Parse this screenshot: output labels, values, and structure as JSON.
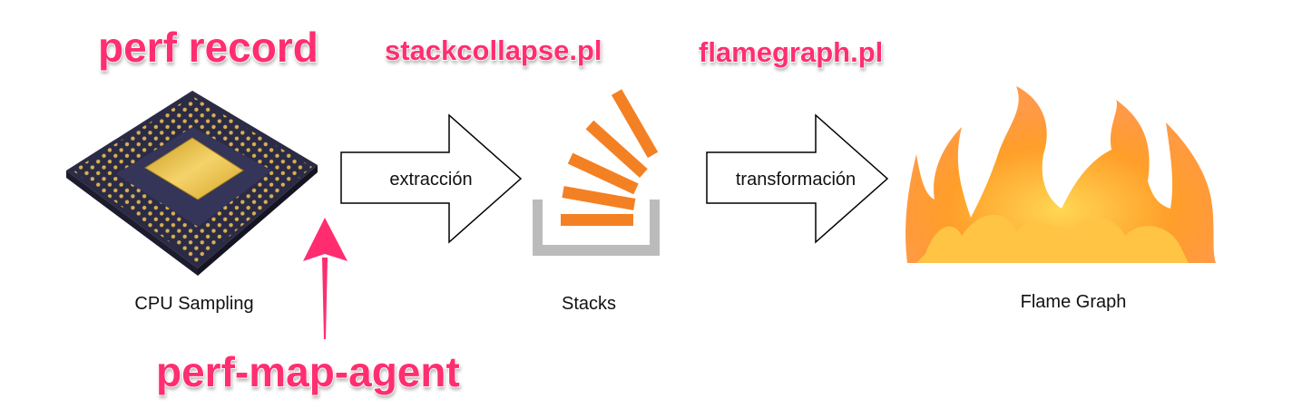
{
  "tools": {
    "record": "perf record",
    "collapse": "stackcollapse.pl",
    "flamegraph": "flamegraph.pl",
    "agent": "perf-map-agent"
  },
  "stages": {
    "cpu": "CPU Sampling",
    "stacks": "Stacks",
    "flame": "Flame Graph"
  },
  "arrows": {
    "extract": "extracción",
    "transform": "transformación"
  },
  "colors": {
    "accent": "#ff2d6f",
    "stack_orange": "#f48024",
    "stack_gray": "#bcbbbb"
  }
}
